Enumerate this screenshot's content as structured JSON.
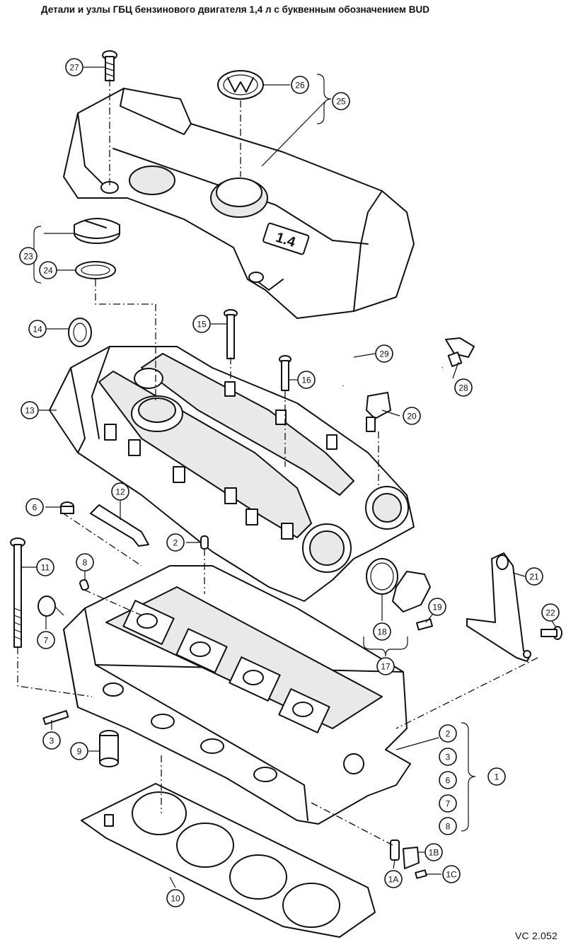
{
  "title": "Детали и узлы ГБЦ бензинового двигателя 1,4 л с буквенным обозначением BUD",
  "figure_code": "VC 2.052",
  "engine_cover_label": "1.4",
  "callouts": [
    "27",
    "26",
    "25",
    "23",
    "24",
    "14",
    "15",
    "29",
    "28",
    "16",
    "20",
    "13",
    "12",
    "6",
    "2",
    "11",
    "8",
    "21",
    "7",
    "19",
    "22",
    "18",
    "17",
    "3",
    "9",
    "1",
    "1B",
    "1A",
    "1C",
    "10"
  ],
  "group_1_items": [
    "2",
    "3",
    "6",
    "7",
    "8"
  ]
}
